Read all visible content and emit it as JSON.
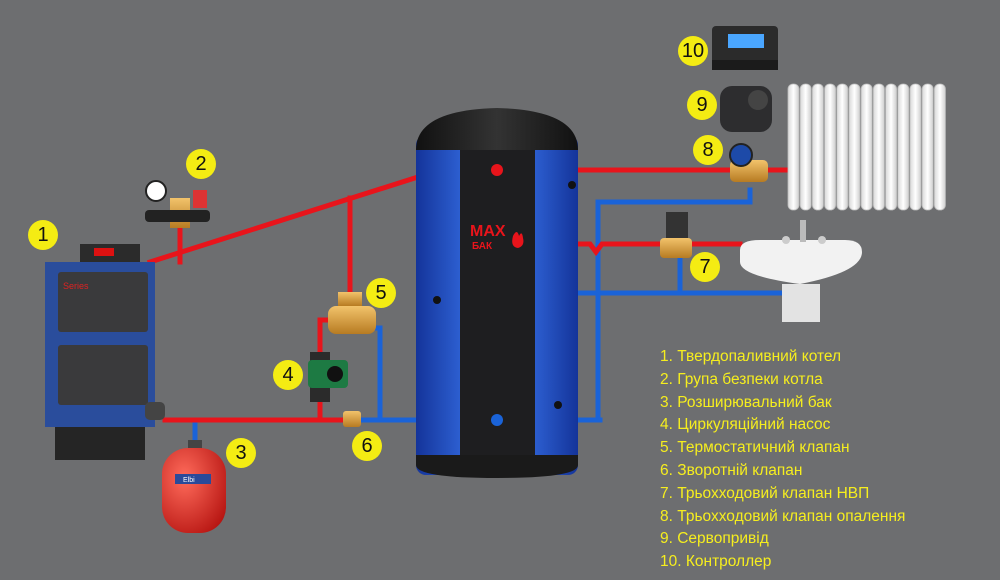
{
  "tank_logo": {
    "line1": "MAX",
    "line2": "БАК"
  },
  "boiler_brand": "Series",
  "vessel_brand": "Elbi",
  "badges": [
    "1",
    "2",
    "3",
    "4",
    "5",
    "6",
    "7",
    "8",
    "9",
    "10"
  ],
  "legend": [
    "1. Твердопаливний котел",
    "2. Група безпеки котла",
    "3. Розширювальний бак",
    "4. Циркуляційний насос",
    "5. Термостатичний клапан",
    "6. Зворотній клапан",
    "7. Трьохходовий клапан НВП",
    "8. Трьохходовий клапан опалення",
    "9. Сервопривід",
    "10. Контроллер"
  ],
  "colors": {
    "background": "#6d6e70",
    "supply_pipe": "#e8141b",
    "return_pipe": "#1a63d8",
    "badge": "#f4ec13",
    "legend_text": "#f6ee1e",
    "tank_body": "#2d5fd0",
    "tank_cap": "#1d1d1f"
  }
}
